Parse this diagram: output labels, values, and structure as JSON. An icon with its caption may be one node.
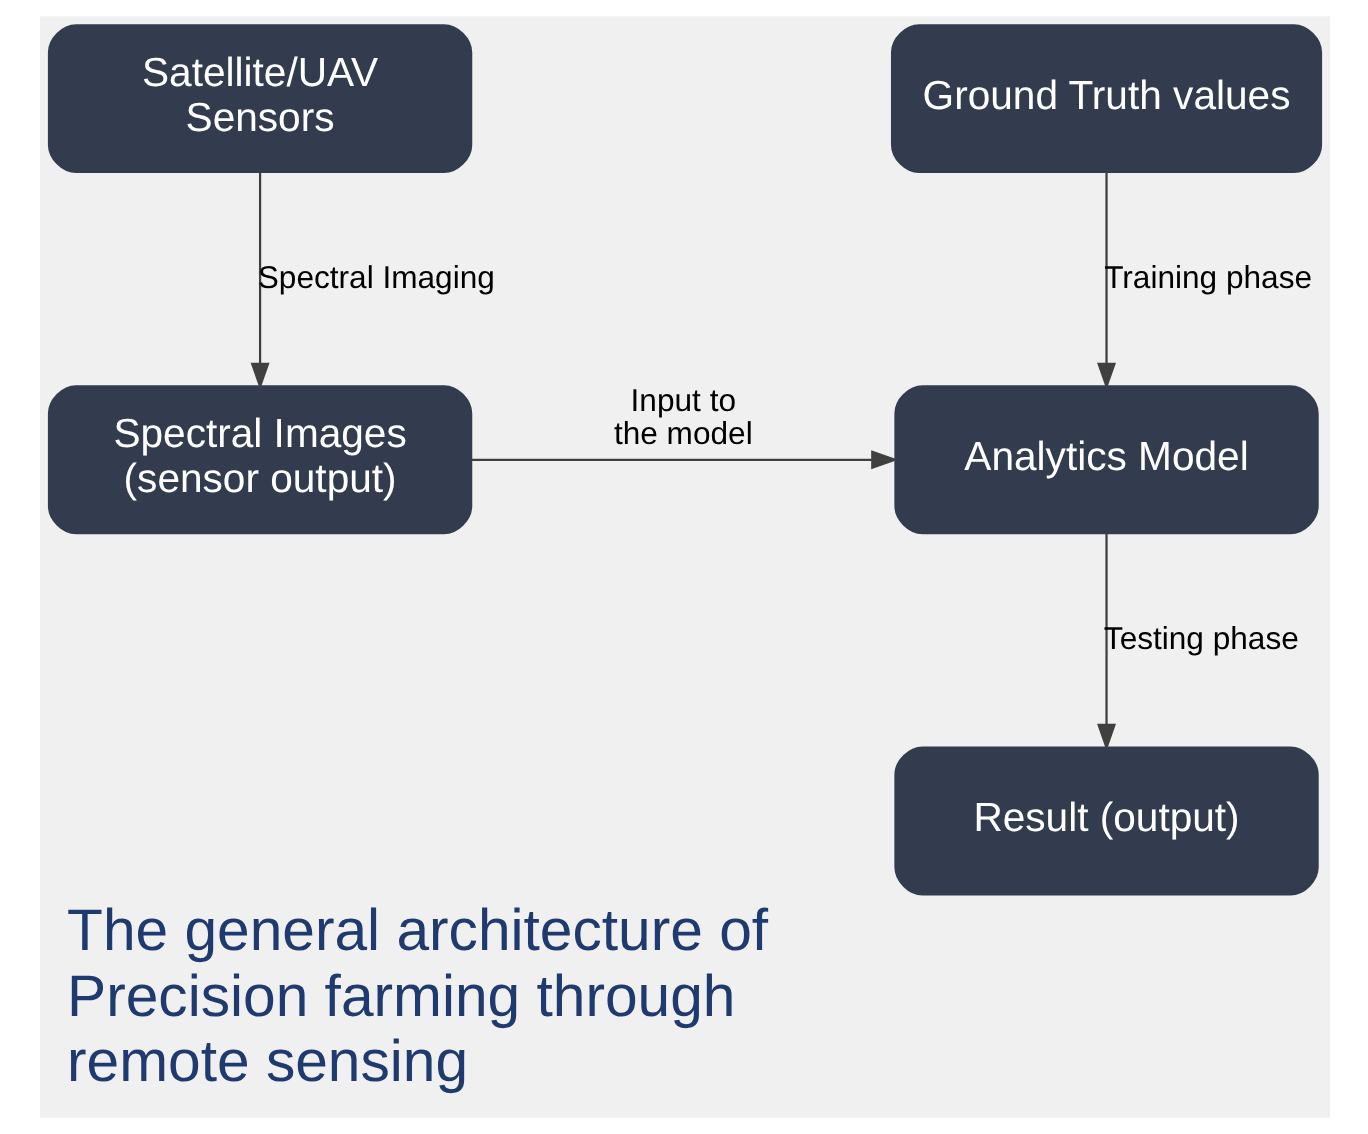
{
  "diagram": {
    "title": "The general architecture of Precision farming through remote sensing",
    "nodes": [
      {
        "text": [
          "Satellite/UAV Sensors"
        ]
      },
      {
        "text": [
          "Ground Truth values"
        ]
      },
      {
        "text": [
          "Spectral Images (sensor output)"
        ]
      },
      {
        "text": [
          "Analytics Model"
        ]
      },
      {
        "text": [
          "Result (output)"
        ]
      }
    ],
    "edges": [
      {
        "from": 0,
        "to": 2,
        "arrow": "to",
        "label": "Spectral Imaging"
      },
      {
        "from": 2,
        "to": 3,
        "arrow": "to",
        "label": "Input to the model"
      },
      {
        "from": 1,
        "to": 3,
        "arrow": "to",
        "label": "Training phase"
      },
      {
        "from": 3,
        "to": 4,
        "arrow": "to",
        "label": "Testing phase"
      }
    ]
  }
}
